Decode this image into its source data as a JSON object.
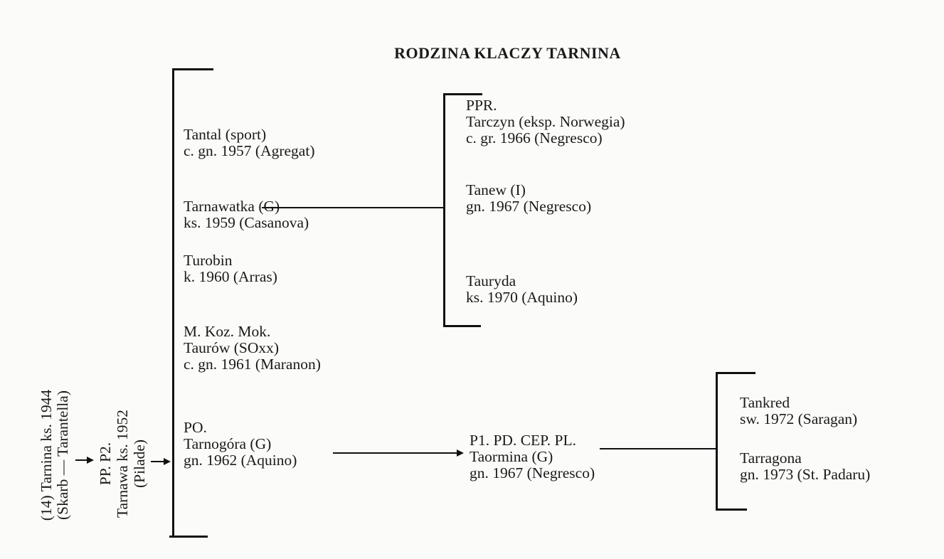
{
  "title": "RODZINA KLACZY TARNINA",
  "root": {
    "dam": [
      "(14) Tarnina ks. 1944",
      "(Skarb — Tarantella)"
    ],
    "daughter": [
      "PP. P2.",
      "Tarnawa ks. 1952",
      "(Pilade)"
    ]
  },
  "generation1": [
    {
      "lines": [
        "Tantal (sport)",
        "c. gn. 1957 (Agregat)"
      ]
    },
    {
      "lines": [
        "Tarnawatka (G)",
        "ks. 1959 (Casanova)"
      ]
    },
    {
      "lines": [
        "Turobin",
        "k. 1960 (Arras)"
      ]
    },
    {
      "lines": [
        "M. Koz. Mok.",
        "Taurów (SOxx)",
        "c. gn. 1961 (Maranon)"
      ]
    },
    {
      "lines": [
        "PO.",
        "Tarnogóra (G)",
        "gn. 1962 (Aquino)"
      ]
    }
  ],
  "tarnawatka_offspring": [
    {
      "lines": [
        "PPR.",
        "Tarczyn (eksp. Norwegia)",
        "c. gr. 1966 (Negresco)"
      ]
    },
    {
      "lines": [
        "Tanew (I)",
        "gn. 1967 (Negresco)"
      ]
    },
    {
      "lines": [
        "Tauryda",
        "ks. 1970 (Aquino)"
      ]
    }
  ],
  "tarnogora_offspring": {
    "lines": [
      "P1. PD. CEP. PL.",
      "Taormina (G)",
      "gn. 1967 (Negresco)"
    ]
  },
  "taormina_offspring": [
    {
      "lines": [
        "Tankred",
        "sw. 1972 (Saragan)"
      ]
    },
    {
      "lines": [
        "Tarragona",
        "gn. 1973 (St. Padaru)"
      ]
    }
  ]
}
